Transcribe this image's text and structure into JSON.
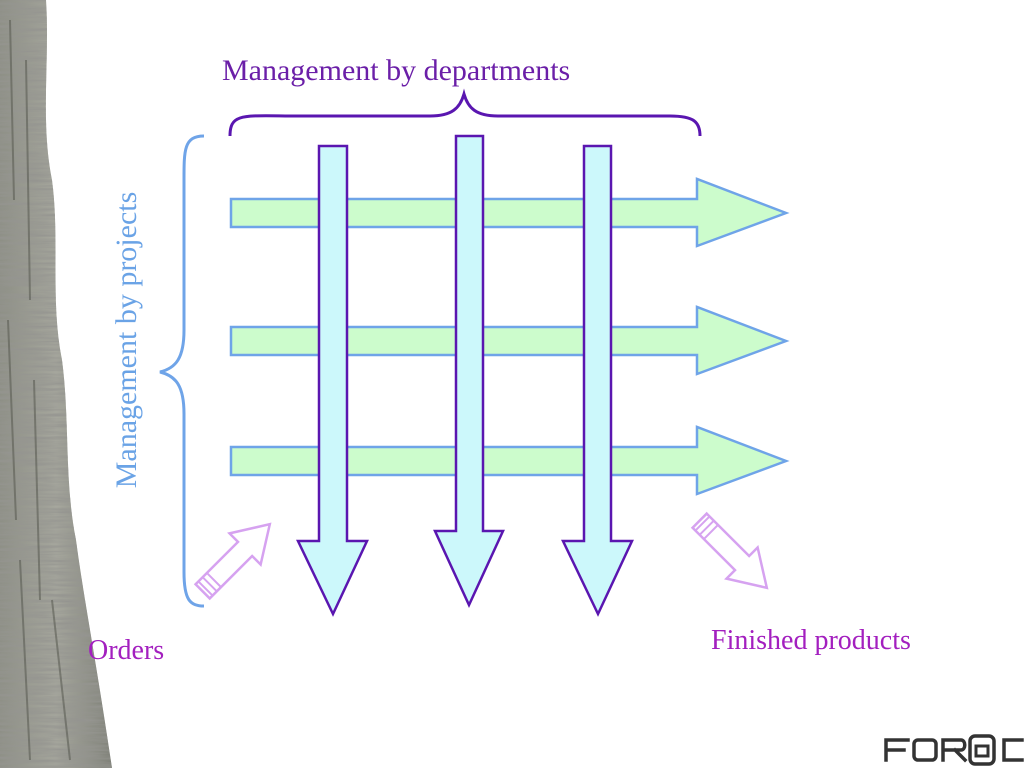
{
  "diagram": {
    "top_label": "Management by departments",
    "side_label": "Management by projects",
    "input_label": "Orders",
    "output_label": "Finished products",
    "logo_text": "FOR@C"
  },
  "colors": {
    "department_text": "#6b1fa8",
    "project_text": "#6aa3e6",
    "orders_text": "#a31fbf",
    "finished_text": "#a31fbf",
    "h_arrow_fill": "#ccfccc",
    "h_arrow_stroke": "#6fa4e8",
    "v_arrow_fill": "#ccf8fb",
    "v_arrow_stroke": "#5a16b0",
    "corner_arrow_fill": "#ffffff",
    "corner_arrow_stroke": "#d6a2f0",
    "top_brace": "#5a16b0",
    "side_brace": "#6fa4e8",
    "logo": "#333333"
  },
  "icons": {
    "background_texture": "tree-bark-image",
    "logo": "forac-logo"
  }
}
